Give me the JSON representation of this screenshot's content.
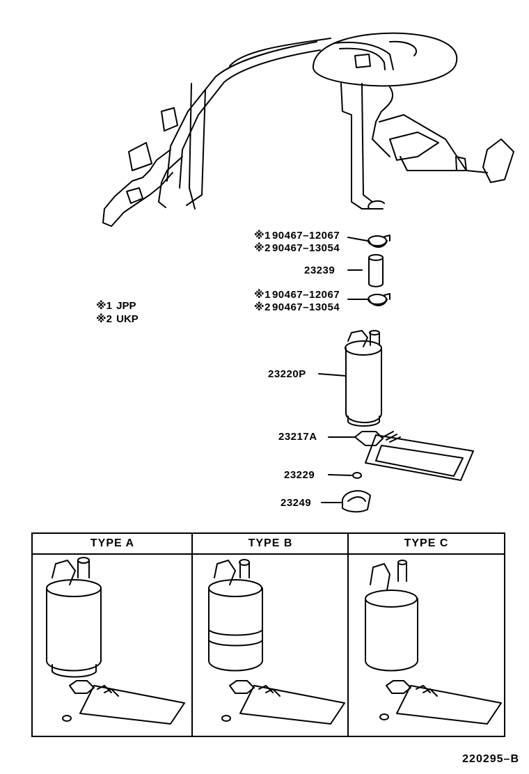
{
  "callouts": [
    {
      "mark": "※1",
      "text": "90467–12067"
    },
    {
      "mark": "※2",
      "text": "90467–13054"
    },
    {
      "text": "23239"
    },
    {
      "mark": "※1",
      "text": "90467–12067"
    },
    {
      "mark": "※2",
      "text": "90467–13054"
    },
    {
      "text": "23220P"
    },
    {
      "text": "23217A"
    },
    {
      "text": "23229"
    },
    {
      "text": "23249"
    }
  ],
  "legend": [
    {
      "mark": "※1",
      "text": "JPP"
    },
    {
      "mark": "※2",
      "text": "UKP"
    }
  ],
  "types": [
    {
      "label": "TYPE A"
    },
    {
      "label": "TYPE B"
    },
    {
      "label": "TYPE C"
    }
  ],
  "footer": "220295–B",
  "colors": {
    "line": "#000000",
    "background": "#ffffff"
  }
}
